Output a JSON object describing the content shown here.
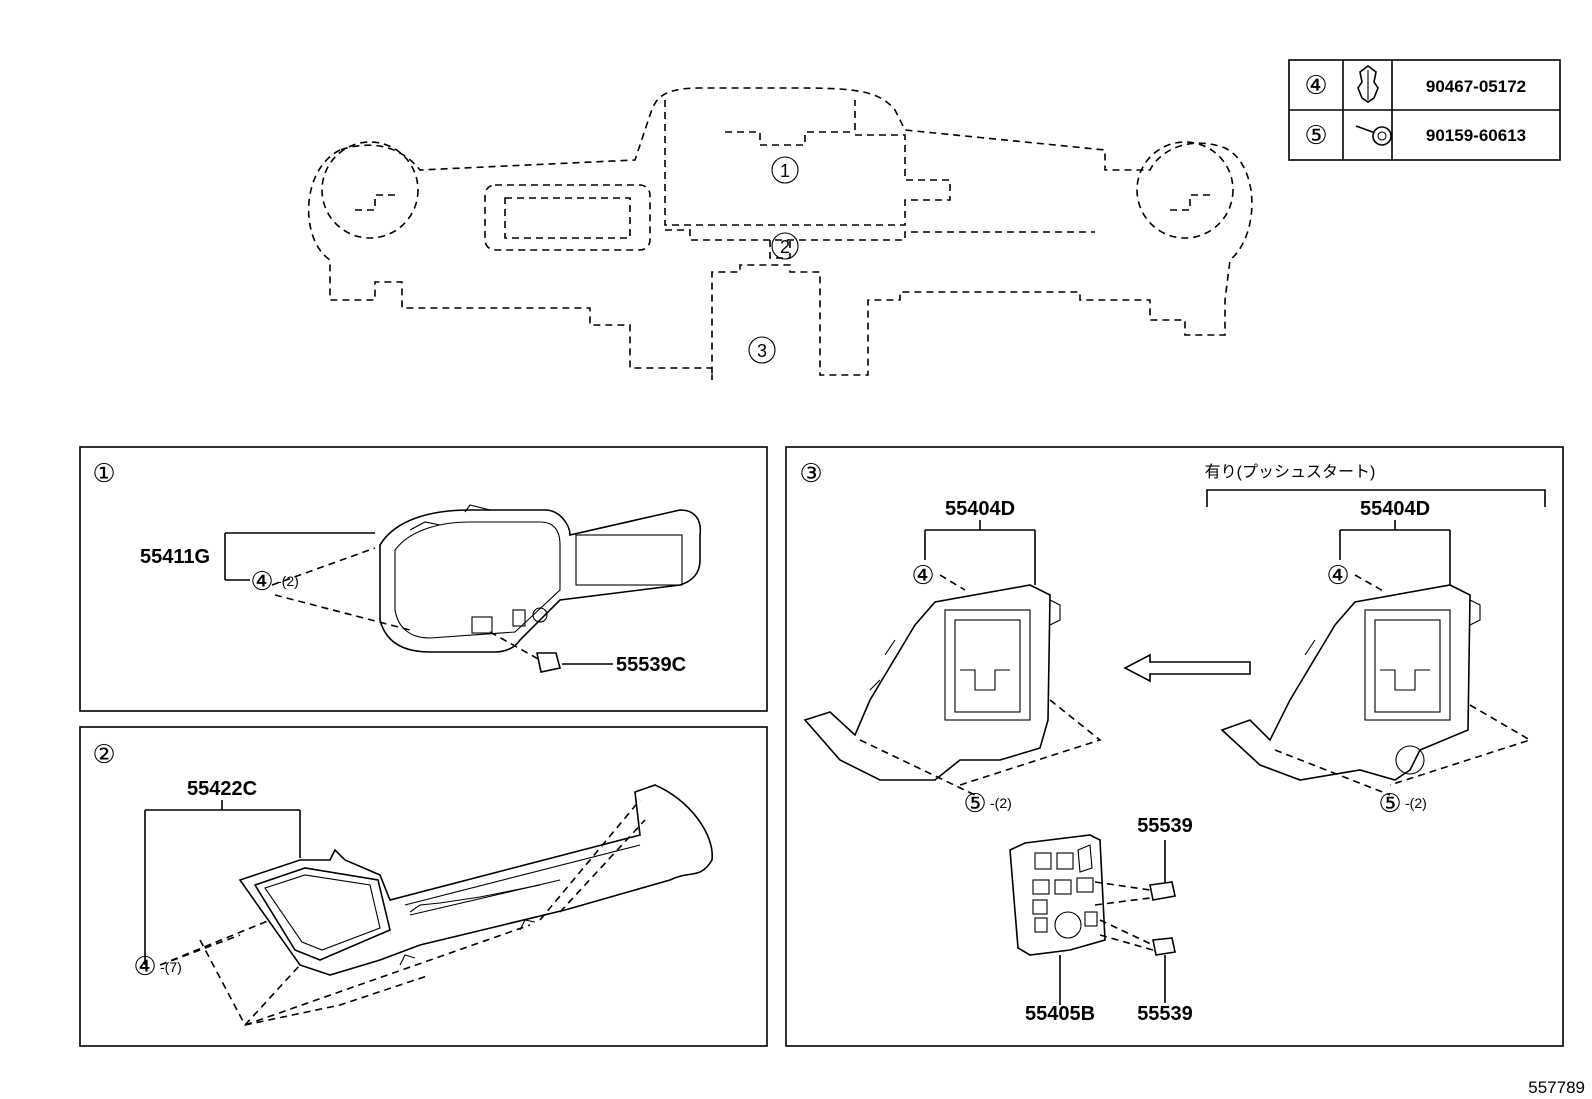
{
  "legend": {
    "rows": [
      {
        "ref": "④",
        "part": "90467-05172",
        "icon": "clip-icon"
      },
      {
        "ref": "⑤",
        "part": "90159-60613",
        "icon": "screw-icon"
      }
    ]
  },
  "overview": {
    "callouts": [
      "①",
      "②",
      "③"
    ]
  },
  "panel1": {
    "ref": "①",
    "parts": {
      "main": "55411G",
      "clip": "④",
      "clip_qty": "-(2)",
      "switch": "55539C"
    }
  },
  "panel2": {
    "ref": "②",
    "parts": {
      "main": "55422C",
      "clip": "④",
      "clip_qty": "-(7)"
    }
  },
  "panel3": {
    "ref": "③",
    "variant_note": "有り(プッシュスタート)",
    "left": {
      "main": "55404D",
      "clip": "④",
      "screw": "⑤",
      "screw_qty": "-(2)"
    },
    "right": {
      "main": "55404D",
      "clip": "④",
      "screw": "⑤",
      "screw_qty": "-(2)"
    },
    "switch_panel": "55405B",
    "switch_top": "55539",
    "switch_bottom": "55539"
  },
  "diagram_id": "557789"
}
